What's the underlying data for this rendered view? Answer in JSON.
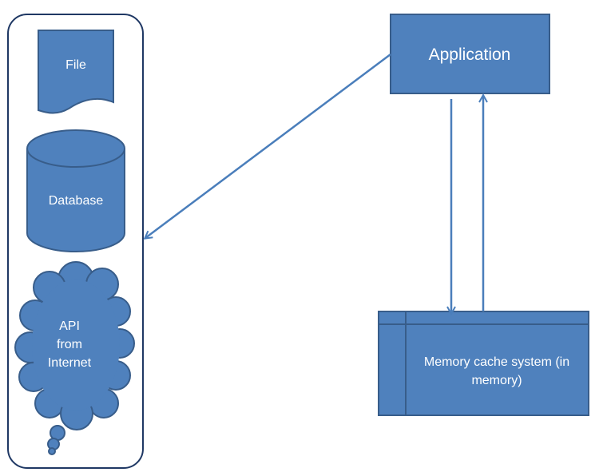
{
  "nodes": {
    "file": {
      "label": "File"
    },
    "database": {
      "label": "Database"
    },
    "api": {
      "lines": [
        "API",
        "from",
        "Internet"
      ]
    },
    "application": {
      "label": "Application"
    },
    "cache": {
      "lines": [
        "Memory cache system (in",
        "memory)"
      ]
    }
  },
  "colors": {
    "fill": "#4f81bd",
    "stroke": "#385d8a",
    "container_stroke": "#1f3864",
    "arrow": "#4a7ebb",
    "text": "#ffffff"
  }
}
